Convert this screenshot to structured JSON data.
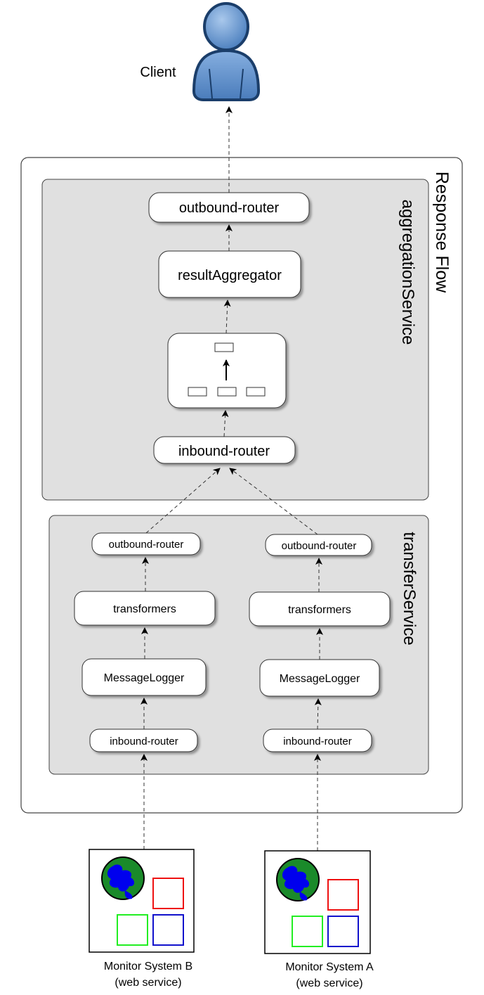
{
  "client": {
    "label": "Client",
    "icon": "user-icon"
  },
  "response_flow": {
    "title": "Response Flow"
  },
  "aggregation_service": {
    "title": "aggregationService",
    "outbound_router": "outbound-router",
    "result_aggregator": "resultAggregator",
    "aggregator_icon": "aggregator-icon",
    "inbound_router": "inbound-router"
  },
  "transfer_service": {
    "title": "transferService",
    "left": {
      "outbound_router": "outbound-router",
      "transformers": "transformers",
      "message_logger": "MessageLogger",
      "inbound_router": "inbound-router"
    },
    "right": {
      "outbound_router": "outbound-router",
      "transformers": "transformers",
      "message_logger": "MessageLogger",
      "inbound_router": "inbound-router"
    }
  },
  "monitor_b": {
    "name": "Monitor System B",
    "kind": "(web service)",
    "icon": "globe-icon"
  },
  "monitor_a": {
    "name": "Monitor System A",
    "kind": "(web service)",
    "icon": "globe-icon"
  },
  "colors": {
    "panel_fill": "#e0e0e0",
    "head_fill": "#6f9fd3",
    "outline_dark": "#1b3e6a",
    "globe_ocean": "#1a8a2a",
    "globe_land": "#0000ee",
    "square_red": "#ee1111",
    "square_green": "#22ee22",
    "square_blue": "#1111cc"
  }
}
